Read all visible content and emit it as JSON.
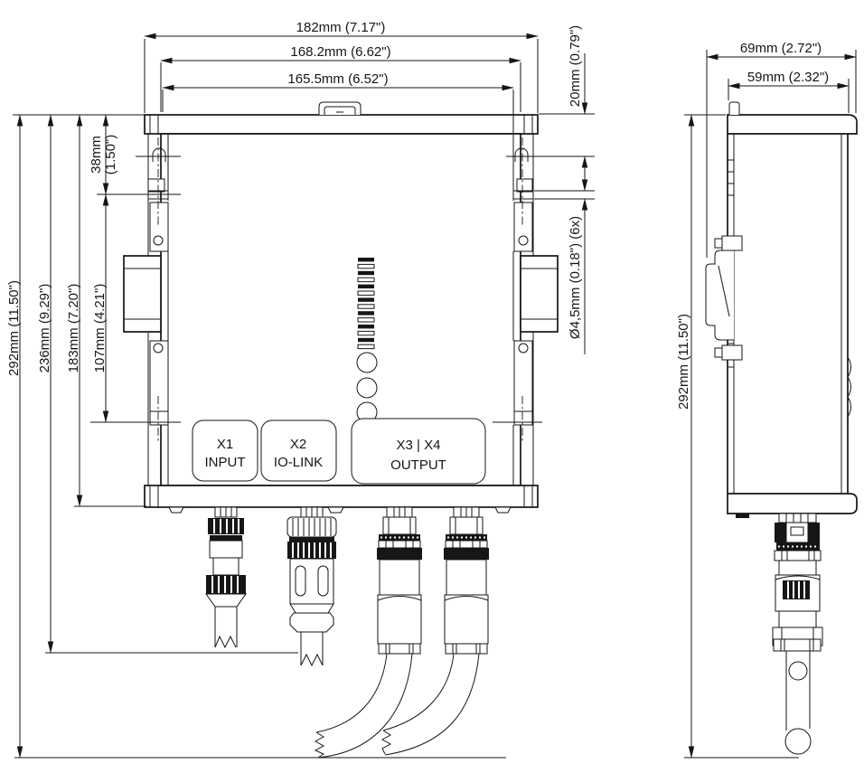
{
  "front_view": {
    "dimensions": {
      "width_outer": "182mm (7.17\")",
      "width_body": "168.2mm (6.62\")",
      "width_mount_holes": "165.5mm (6.52\")",
      "height_overall": "292mm (11.50\")",
      "height_with_connectors": "236mm (9.29\")",
      "height_enclosure": "183mm (7.20\")",
      "mount_hole_spacing": "107mm (4.21\")",
      "mount_hole_top_offset_mm": "38mm",
      "mount_hole_top_offset_in": "(1.50\")",
      "top_edge_to_keyhole": "20mm (0.79\")",
      "mount_hole_diameter": "Ø4,5mm (0.18\") (6x)"
    },
    "connector_labels": [
      {
        "port": "X1",
        "function": "INPUT"
      },
      {
        "port": "X2",
        "function": "IO-LINK"
      },
      {
        "port": "X3 | X4",
        "function": "OUTPUT"
      }
    ]
  },
  "side_view": {
    "dimensions": {
      "depth_outer": "69mm (2.72\")",
      "depth_body": "59mm (2.32\")",
      "height_overall": "292mm (11.50\")"
    }
  }
}
